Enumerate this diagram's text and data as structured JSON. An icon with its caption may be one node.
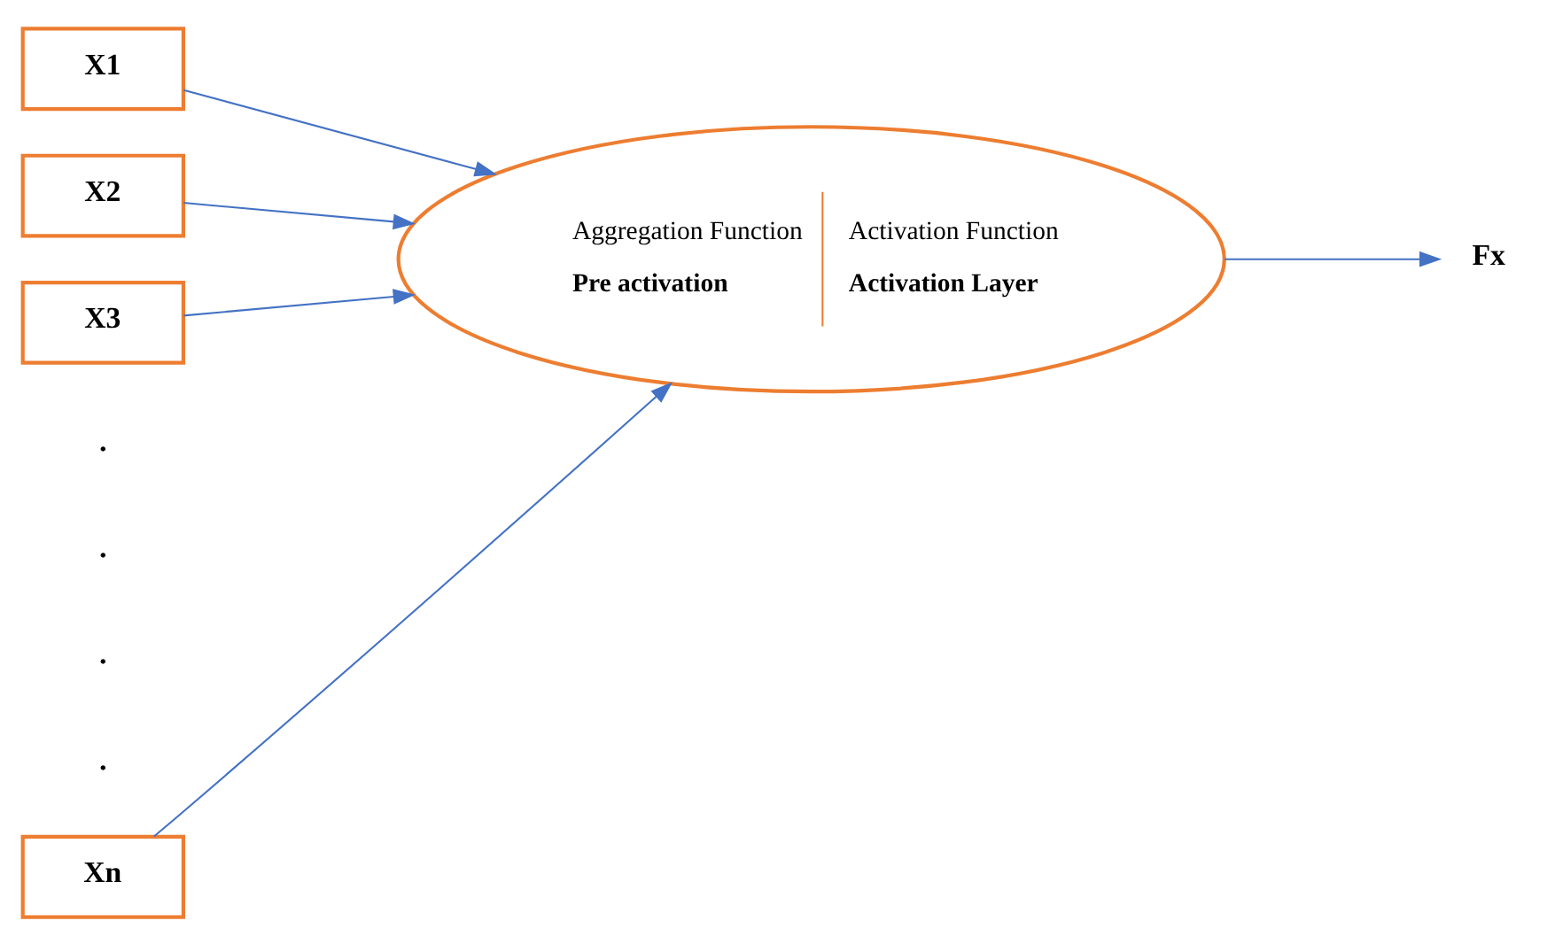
{
  "diagram": {
    "nodes": [
      {
        "text": [
          "X1"
        ]
      },
      {
        "text": [
          "X2"
        ]
      },
      {
        "text": [
          "X3"
        ]
      },
      {
        "text": [
          "Xn"
        ]
      },
      {
        "text": [
          "Aggregation Function",
          "Pre activation",
          "Activation Function",
          "Activation Layer"
        ]
      },
      {
        "text": [
          "Fx"
        ]
      }
    ],
    "edges": [
      {
        "from": 0,
        "to": 4,
        "arrow": "to"
      },
      {
        "from": 1,
        "to": 4,
        "arrow": "to"
      },
      {
        "from": 2,
        "to": 4,
        "arrow": "to"
      },
      {
        "from": 3,
        "to": 4,
        "arrow": "to"
      },
      {
        "from": 4,
        "to": 5,
        "arrow": "to"
      }
    ],
    "labels": [
      ".",
      ".",
      ".",
      "."
    ]
  }
}
